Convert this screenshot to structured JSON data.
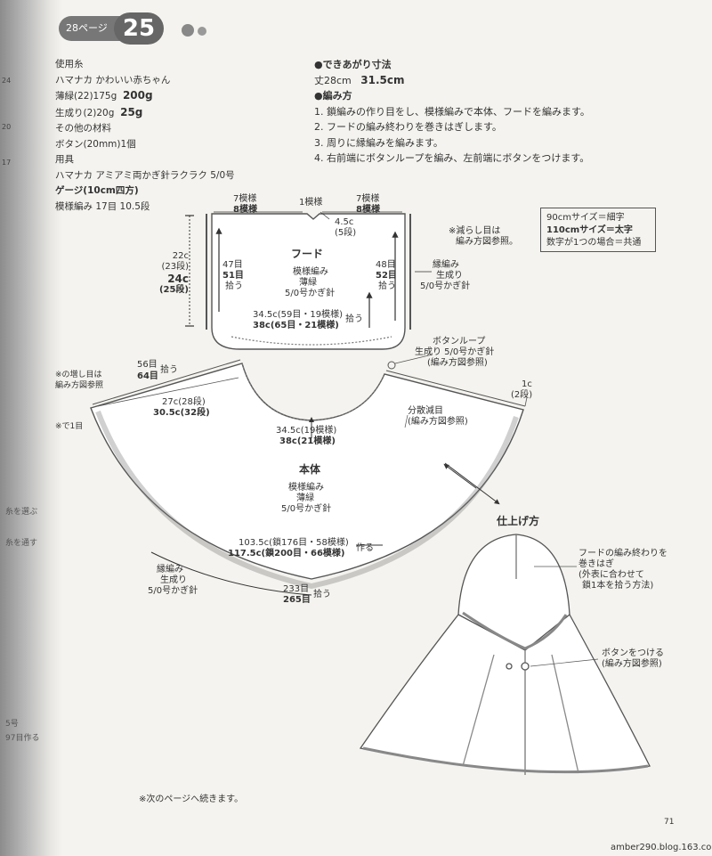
{
  "header": {
    "page_ref": "28ページ",
    "number": "25"
  },
  "margin_text": [
    "24",
    "20",
    "17",
    "糸を選ぶ",
    "糸を通す",
    "5号",
    "97目作る"
  ],
  "materials": {
    "yarn_heading": "使用糸",
    "yarn_name": "ハマナカ かわいい赤ちゃん",
    "color1_amount": "薄緑(22)175g",
    "color1_big": "200g",
    "color2_amount": "生成り(2)20g",
    "color2_big": "25g",
    "other_heading": "その他の材料",
    "button": "ボタン(20mm)1個",
    "tool_heading": "用具",
    "tool": "ハマナカ アミアミ両かぎ針ラクラク 5/0号",
    "gauge_heading": "ゲージ(10cm四方)",
    "gauge": "模様編み 17目 10.5段"
  },
  "finished": {
    "heading": "●できあがり寸法",
    "length_label": "丈28cm",
    "length_big": "31.5cm"
  },
  "method": {
    "heading": "●編み方",
    "steps": [
      "1. 鎖編みの作り目をし、模様編みで本体、フードを編みます。",
      "2. フードの編み終わりを巻きはぎします。",
      "3. 周りに縁編みを編みます。",
      "4. 右前端にボタンループを編み、左前端にボタンをつけます。"
    ]
  },
  "legend": {
    "line1": "90cmサイズ＝細字",
    "line2": "110cmサイズ＝太字",
    "line3": "数字が1つの場合＝共通"
  },
  "hood": {
    "title": "フード",
    "pattern": "模様編み",
    "color": "薄緑",
    "hook": "5/0号かぎ針",
    "top_left_small": "7模様",
    "top_left_big": "8模様",
    "top_center": "1模様",
    "top_right_small": "7模様",
    "top_right_big": "8模様",
    "inc_small": "4.5c",
    "inc_rows": "(5段)",
    "height_small": "22c",
    "height_rows_small": "(23段)",
    "height_big": "24c",
    "height_rows_big": "(25段)",
    "left_pick_small": "47目",
    "left_pick_big": "51目",
    "left_pick_label": "拾う",
    "right_pick_small": "48目",
    "right_pick_big": "52目",
    "right_pick_label": "拾う",
    "edge_label": "縁編み",
    "edge_color": "生成り",
    "edge_hook": "5/0号かぎ針",
    "bottom_small": "34.5c(59目・19模様)",
    "bottom_big": "38c(65目・21模様)",
    "bottom_pick": "拾う",
    "note1": "※減らし目は",
    "note2": "編み方図参照。"
  },
  "body": {
    "title": "本体",
    "pattern": "模様編み",
    "color": "薄緑",
    "hook": "5/0号かぎ針",
    "loop1": "ボタンループ",
    "loop2": "生成り 5/0号かぎ針",
    "loop3": "(編み方図参照)",
    "side_small": "1c",
    "side_rows": "(2段)",
    "dec1": "分散減目",
    "dec2": "(編み方図参照)",
    "left_top_small": "56目",
    "left_top_big": "64目",
    "left_top_pick": "拾う",
    "left_note1": "※の増し目は",
    "left_note2": "編み方図参照",
    "left_note3": "※で1目",
    "radius_small": "27c(28段)",
    "radius_big": "30.5c(32段)",
    "neck_small": "34.5c(19模様)",
    "neck_big": "38c(21模様)",
    "hem_small": "103.5c(鎖176目・58模様)",
    "hem_big": "117.5c(鎖200目・66模様)",
    "hem_make": "作る",
    "edge_label": "縁編み",
    "edge_color": "生成り",
    "edge_hook": "5/0号かぎ針",
    "pick_small": "233目",
    "pick_big": "265目",
    "pick_label": "拾う"
  },
  "finishing": {
    "title": "仕上げ方",
    "hood_note1": "フードの編み終わりを",
    "hood_note2": "巻きはぎ",
    "hood_note3": "(外表に合わせて",
    "hood_note4": "鎖1本を拾う方法)",
    "button_note1": "ボタンをつける",
    "button_note2": "(編み方図参照)"
  },
  "footer": {
    "continue": "※次のページへ続きます。",
    "page_number": "71",
    "site": "amber290.blog.163.com"
  }
}
